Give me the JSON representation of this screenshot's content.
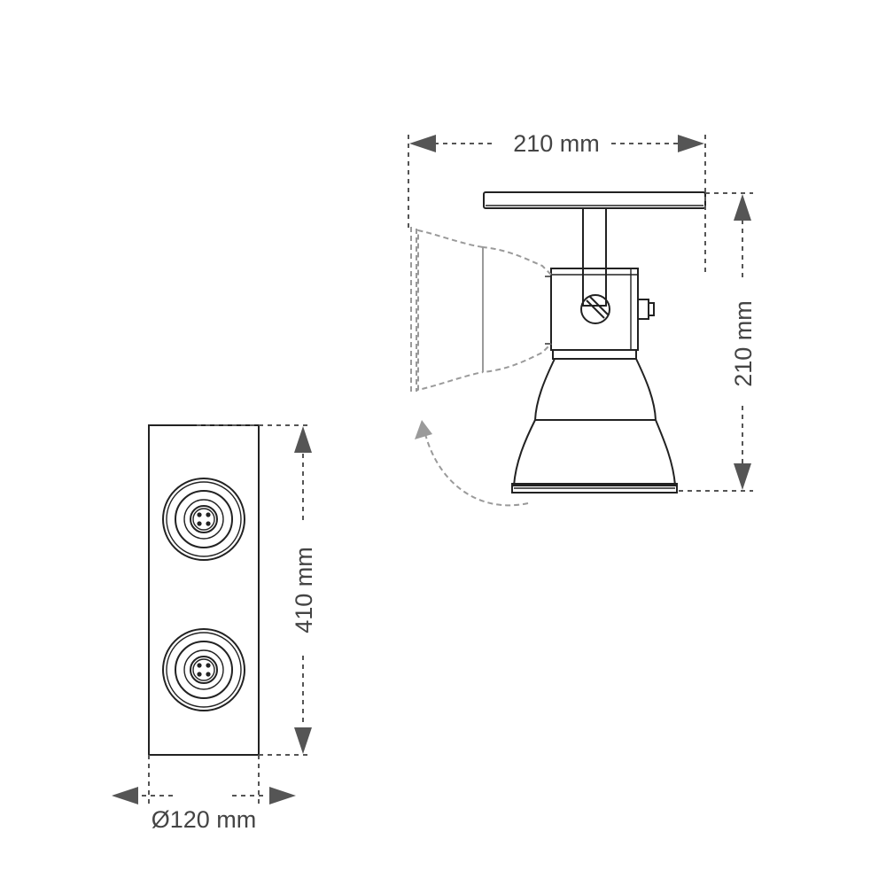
{
  "dimensions": {
    "top_width": "210 mm",
    "right_height": "210 mm",
    "base_length": "410 mm",
    "base_diameter": "Ø120 mm"
  },
  "colors": {
    "line": "#222222",
    "dimension": "#555555",
    "ghost": "#9a9a9a",
    "text": "#444444"
  }
}
